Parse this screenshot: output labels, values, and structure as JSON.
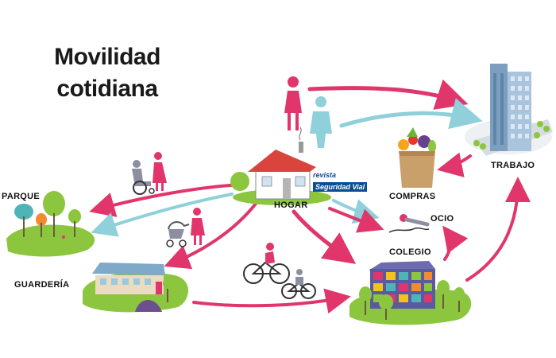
{
  "title": {
    "line1": "Movilidad",
    "line2": "cotidiana"
  },
  "logo": {
    "line1": "revista",
    "line2": "Seguridad Vial"
  },
  "places": {
    "hogar": "HOGAR",
    "trabajo": "TRABAJO",
    "compras": "COMPRAS",
    "ocio": "OCIO",
    "colegio": "COLEGIO",
    "parque": "PARQUE",
    "guarderia": "GUARDERÍA"
  },
  "colors": {
    "arrow_pink": "#e0366b",
    "arrow_blue": "#8fd0da",
    "person_pink": "#e0366b",
    "person_blue": "#8fd0da",
    "grass": "#8cc63f",
    "roof": "#d9453c",
    "building_blue": "#8fb6cf"
  }
}
